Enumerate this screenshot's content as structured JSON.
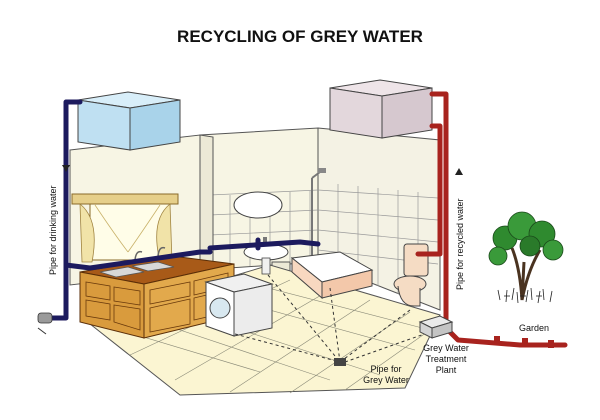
{
  "title": "RECYCLING OF GREY WATER",
  "labels": {
    "pipe_drinking": "Pipe for drinking water",
    "pipe_recycled": "Pipe for recycled water",
    "pipe_grey_line1": "Pipe for",
    "pipe_grey_line2": "Grey Water",
    "treatment_line1": "Grey Water",
    "treatment_line2": "Treatment",
    "treatment_line3": "Plant",
    "garden": "Garden"
  },
  "colors": {
    "drinking_pipe": "#1c1a5e",
    "recycled_pipe": "#a8231e",
    "tank_clean": "#bfe0f2",
    "tank_grey": "#e3d7dc",
    "cabinet": "#d99b3d",
    "counter": "#a85a18",
    "floor": "#fbf5d2",
    "wall": "#f7f5e4",
    "tree": "#2f8a2f"
  }
}
